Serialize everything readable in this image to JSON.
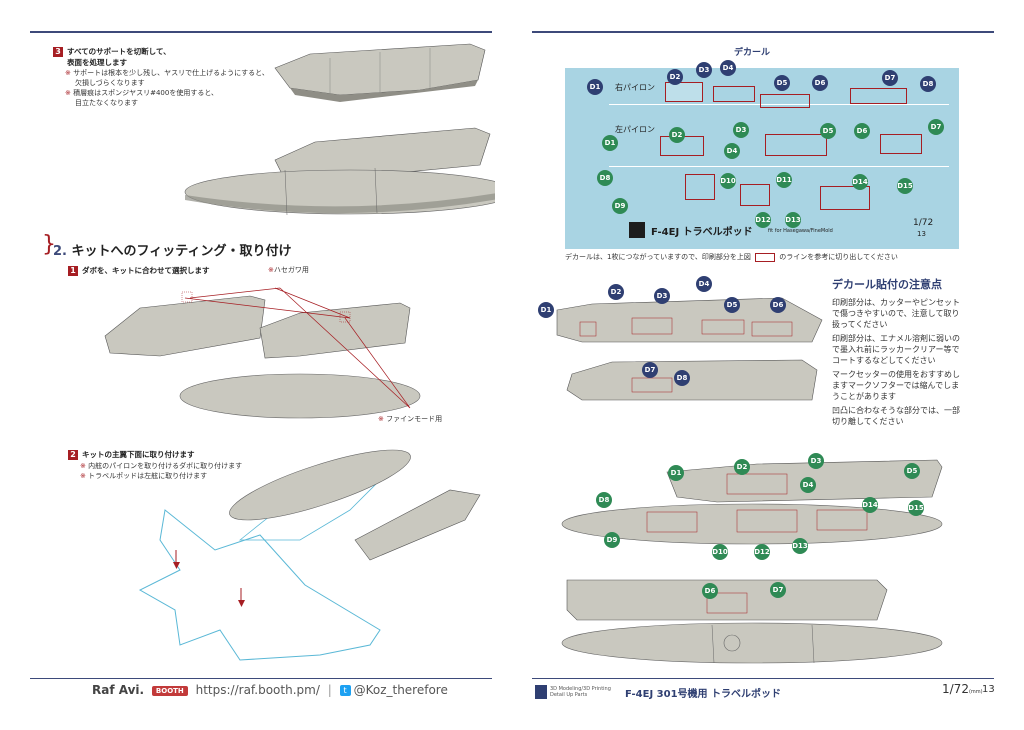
{
  "left": {
    "step3": {
      "num": "3",
      "title1": "すべてのサポートを切断して、",
      "title2": "表面を処理します"
    },
    "notes_step3": [
      "サポートは根本を少し残し、ヤスリで仕上げるようにすると、",
      "欠損しづらくなります",
      "積層痕はスポンジヤスリ#400を使用すると、",
      "目立たなくなります"
    ],
    "section2": {
      "num": "2.",
      "title": "キットへのフィッティング・取り付け"
    },
    "step1": {
      "num": "1",
      "title": "ダボを、キットに合わせて選択します"
    },
    "callout_hasegawa": "ハセガワ用",
    "callout_finemold": "ファインモード用",
    "step2": {
      "num": "2",
      "title": "キットの主翼下面に取り付けます"
    },
    "notes_step2": [
      "内舷のパイロンを取り付けるダボに取り付けます",
      "トラベルポッドは左舷に取り付けます"
    ],
    "footer": {
      "brand": "Raf Avi.",
      "booth": "BOOTH",
      "url": "https://raf.booth.pm/",
      "twitter": "@Koz_therefore"
    }
  },
  "right": {
    "decal_header": "デカール",
    "right_pylon": "右パイロン",
    "left_pylon": "左パイロン",
    "sheet_title": "F-4EJ トラベルポッド",
    "sheet_sub": "fit for Hasegawa/FineMold",
    "sheet_scale": "1/72",
    "sheet_scale_sub": "13",
    "decal_note": "デカールは、1枚につながっていますので、印刷部分を上図",
    "decal_note2": "のラインを参考に切り出してください",
    "decal_labels": [
      "D1",
      "D2",
      "D3",
      "D4",
      "D5",
      "D6",
      "D7",
      "D8",
      "D9",
      "D10",
      "D11",
      "D12",
      "D13",
      "D14",
      "D15"
    ],
    "caution": {
      "title": "デカール貼付の注意点",
      "paragraphs": [
        "印刷部分は、カッターやピンセットで傷つきやすいので、注意して取り扱ってください",
        "印刷部分は、エナメル溶剤に弱いので墨入れ前にラッカークリアー等でコートするなどしてください",
        "マークセッターの使用をおすすめしますマークソフターでは縮んでしまうことがあります",
        "凹凸に合わなそうな部分では、一部切り離してください"
      ]
    },
    "footer": {
      "brand_small1": "3D Modeling/3D Printing",
      "brand_small2": "Detail Up Parts",
      "title": "F-4EJ 301号機用 トラベルポッド",
      "scale": "1/72",
      "scale_unit": "(mm)",
      "page": "13"
    }
  },
  "colors": {
    "accent": "#a61e23",
    "navy": "#3d4a7a",
    "sheet": "#a9d4e3",
    "part": "#c9c8bf",
    "part_dark": "#8f8e86",
    "blueprint": "#5ab8d6"
  }
}
